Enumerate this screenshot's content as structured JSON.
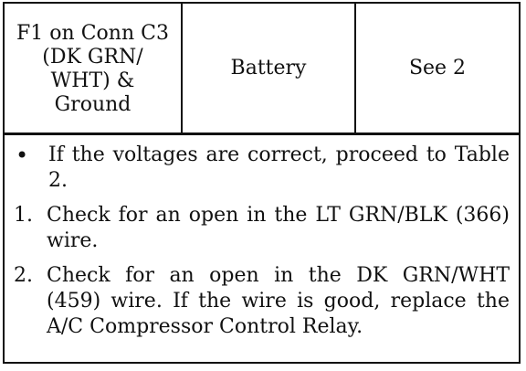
{
  "header_row": {
    "col1": [
      "F1 on Conn C3",
      "(DK GRN/",
      "WHT) &",
      "Ground"
    ],
    "col2": "Battery",
    "col3": "See 2"
  },
  "notes": [
    {
      "marker": "•",
      "text": "If the voltages are correct, proceed to Table 2."
    },
    {
      "marker": "1.",
      "text": "Check for an open in the LT GRN/BLK (366) wire."
    },
    {
      "marker": "2.",
      "text": "Check for an open in the DK GRN/WHT (459) wire. If the wire is good, replace the A/C Compressor Control Relay."
    }
  ]
}
